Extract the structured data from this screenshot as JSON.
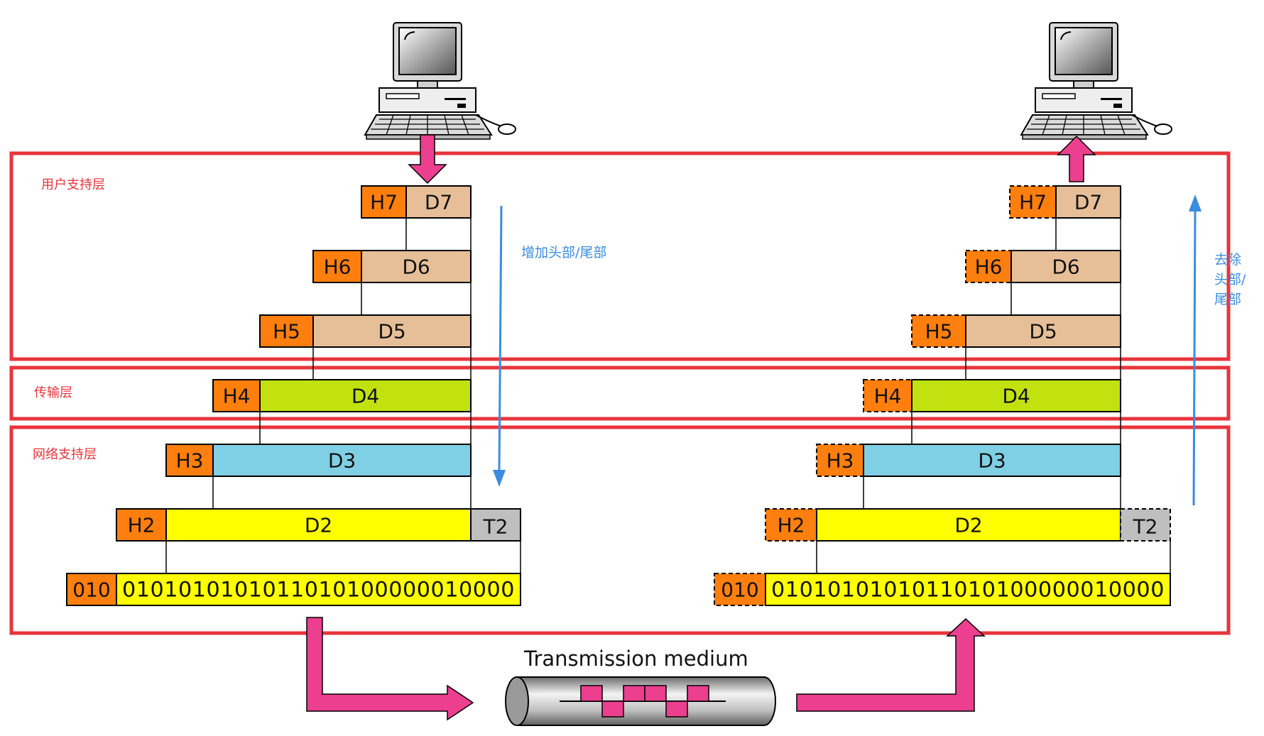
{
  "layers": {
    "user_support": "用户支持层",
    "transport": "传输层",
    "network_support": "网络支持层"
  },
  "notes": {
    "add_header_trailer": "增加头部/尾部",
    "remove_header_trailer": [
      "去除",
      "头部/",
      "尾部"
    ]
  },
  "sender_stack": [
    {
      "header": "H7",
      "data": "D7"
    },
    {
      "header": "H6",
      "data": "D6"
    },
    {
      "header": "H5",
      "data": "D5"
    },
    {
      "header": "H4",
      "data": "D4"
    },
    {
      "header": "H3",
      "data": "D3"
    },
    {
      "header": "H2",
      "data": "D2",
      "trailer": "T2"
    },
    {
      "header": "010",
      "data": "0101010101011010100000010000"
    }
  ],
  "receiver_stack": [
    {
      "header": "H7",
      "data": "D7"
    },
    {
      "header": "H6",
      "data": "D6"
    },
    {
      "header": "H5",
      "data": "D5"
    },
    {
      "header": "H4",
      "data": "D4"
    },
    {
      "header": "H3",
      "data": "D3"
    },
    {
      "header": "H2",
      "data": "D2",
      "trailer": "T2"
    },
    {
      "header": "010",
      "data": "0101010101011010100000010000"
    }
  ],
  "medium": {
    "title": "Transmission medium"
  },
  "colors": {
    "header": "#ff7f0e",
    "d_user": "#e6bf98",
    "d_transport": "#c1e20f",
    "d_network": "#7fd0e4",
    "d_link": "#ffff00",
    "trailer": "#bfbfbf",
    "layer_border": "#e8343b",
    "flow_arrow": "#ec3f8f",
    "note_arrow": "#3a8de0"
  }
}
